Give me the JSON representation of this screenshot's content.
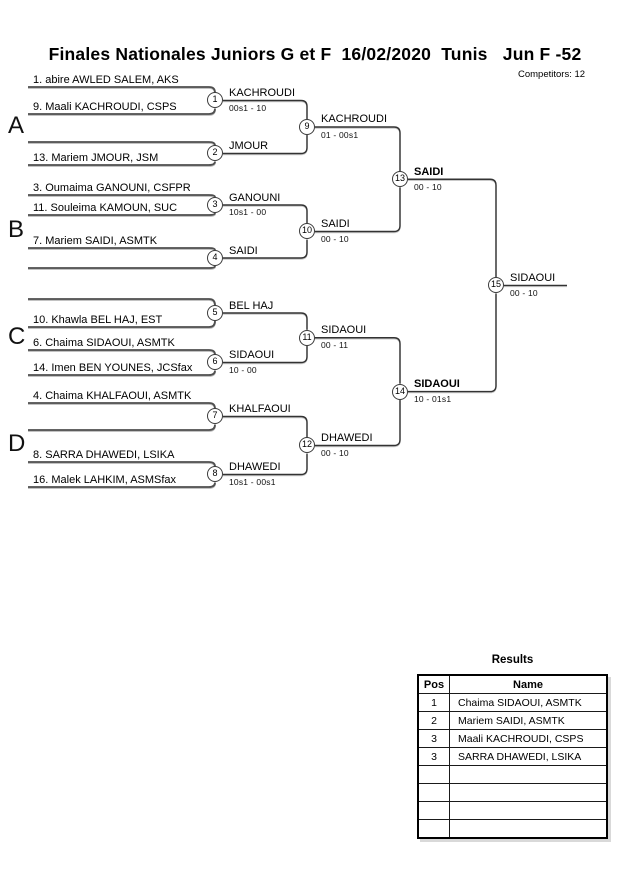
{
  "header": {
    "title": "Finales Nationales Juniors G et F  16/02/2020  Tunis   Jun F -52",
    "competitors": "Competitors: 12"
  },
  "sections": [
    "A",
    "B",
    "C",
    "D"
  ],
  "bracket": {
    "slots": [
      "1. abire AWLED SALEM, AKS",
      "9. Maali KACHROUDI, CSPS",
      "",
      "13. Mariem JMOUR, JSM",
      "3. Oumaima GANOUNI, CSFPR",
      "11. Souleima KAMOUN, SUC",
      "7. Mariem SAIDI, ASMTK",
      "",
      "",
      "10. Khawla BEL HAJ, EST",
      "6. Chaima SIDAOUI, ASMTK",
      "14. Imen BEN YOUNES, JCSfax",
      "4. Chaima KHALFAOUI, ASMTK",
      "",
      "8. SARRA DHAWEDI, LSIKA",
      "16. Malek LAHKIM, ASMSfax"
    ],
    "matches": [
      {
        "num": "1",
        "winner": "KACHROUDI",
        "score": "00s1 - 10"
      },
      {
        "num": "2",
        "winner": "JMOUR",
        "score": ""
      },
      {
        "num": "3",
        "winner": "GANOUNI",
        "score": "10s1 - 00"
      },
      {
        "num": "4",
        "winner": "SAIDI",
        "score": ""
      },
      {
        "num": "5",
        "winner": "BEL HAJ",
        "score": ""
      },
      {
        "num": "6",
        "winner": "SIDAOUI",
        "score": "10 - 00"
      },
      {
        "num": "7",
        "winner": "KHALFAOUI",
        "score": ""
      },
      {
        "num": "8",
        "winner": "DHAWEDI",
        "score": "10s1 - 00s1"
      },
      {
        "num": "9",
        "winner": "KACHROUDI",
        "score": "01 - 00s1"
      },
      {
        "num": "10",
        "winner": "SAIDI",
        "score": "00 - 10"
      },
      {
        "num": "11",
        "winner": "SIDAOUI",
        "score": "00 - 11"
      },
      {
        "num": "12",
        "winner": "DHAWEDI",
        "score": "00 - 10"
      },
      {
        "num": "13",
        "winner": "SAIDI",
        "score": "00 - 10"
      },
      {
        "num": "14",
        "winner": "SIDAOUI",
        "score": "10 - 01s1"
      },
      {
        "num": "15",
        "winner": "SIDAOUI",
        "score": "00 - 10"
      }
    ]
  },
  "results": {
    "title": "Results",
    "columns": [
      "Pos",
      "Name"
    ],
    "rows": [
      [
        "1",
        "Chaima SIDAOUI, ASMTK"
      ],
      [
        "2",
        "Mariem SAIDI, ASMTK"
      ],
      [
        "3",
        "Maali KACHROUDI, CSPS"
      ],
      [
        "3",
        "SARRA DHAWEDI, LSIKA"
      ],
      [
        "",
        ""
      ],
      [
        "",
        ""
      ],
      [
        "",
        ""
      ],
      [
        "",
        ""
      ]
    ]
  },
  "colors": {
    "slot_line": "#4f4f4f",
    "connector_line": "#333333",
    "text": "#000000",
    "background": "#ffffff"
  }
}
